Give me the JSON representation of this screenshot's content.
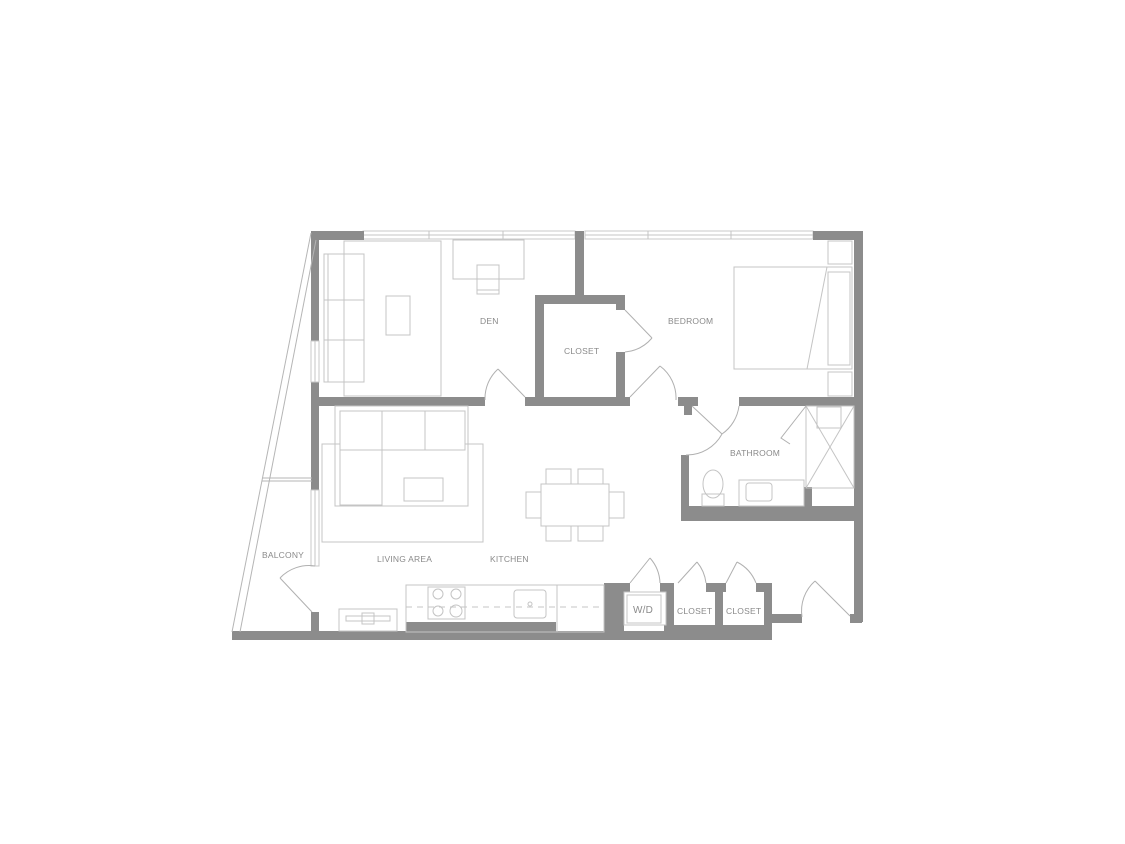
{
  "plan": {
    "type": "apartment floor plan",
    "colors": {
      "wall": "#8c8c8c",
      "fixture_line": "#c4c4c4",
      "label": "#8a8a8a",
      "background": "#ffffff"
    },
    "rooms": [
      {
        "id": "den",
        "label": "DEN"
      },
      {
        "id": "closet-den",
        "label": "CLOSET"
      },
      {
        "id": "bedroom",
        "label": "BEDROOM"
      },
      {
        "id": "bathroom",
        "label": "BATHROOM"
      },
      {
        "id": "balcony",
        "label": "BALCONY"
      },
      {
        "id": "living-area",
        "label": "LIVING AREA"
      },
      {
        "id": "kitchen",
        "label": "KITCHEN"
      },
      {
        "id": "wd",
        "label": "W/D"
      },
      {
        "id": "closet-1",
        "label": "CLOSET"
      },
      {
        "id": "closet-2",
        "label": "CLOSET"
      }
    ]
  }
}
